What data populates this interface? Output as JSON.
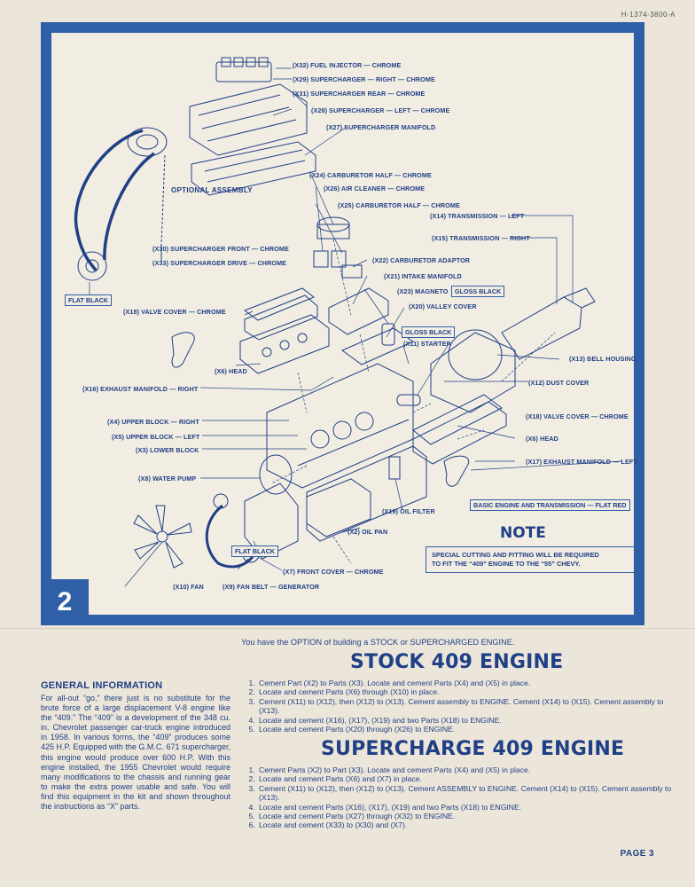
{
  "doc_code": "H-1374-3800-A",
  "step_number": "2",
  "optional_assembly": "OPTIONAL ASSEMBLY",
  "labels": {
    "x32": "(X32) FUEL INJECTOR — CHROME",
    "x29": "(X29) SUPERCHARGER — RIGHT — CHROME",
    "x31": "(X31) SUPERCHARGER REAR — CHROME",
    "x28": "(X28) SUPERCHARGER — LEFT — CHROME",
    "x27": "(X27) SUPERCHARGER MANIFOLD",
    "x24": "(X24) CARBURETOR HALF — CHROME",
    "x26": "(X26) AIR CLEANER — CHROME",
    "x25": "(X25) CARBURETOR HALF — CHROME",
    "x14": "(X14) TRANSMISSION — LEFT",
    "x15": "(X15) TRANSMISSION — RIGHT",
    "x30": "(X30) SUPERCHARGER FRONT — CHROME",
    "x33": "(X33) SUPERCHARGER DRIVE — CHROME",
    "x22": "(X22) CARBURETOR ADAPTOR",
    "x21": "(X21) INTAKE MANIFOLD",
    "x23": "(X23) MAGNETO",
    "x20": "(X20) VALLEY COVER",
    "x18_top": "(X18) VALVE COVER — CHROME",
    "x11": "(X11) STARTER",
    "x13": "(X13) BELL HOUSING",
    "x6_left": "(X6) HEAD",
    "x16": "(X16) EXHAUST MANIFOLD — RIGHT",
    "x12": "(X12) DUST COVER",
    "x4": "(X4) UPPER BLOCK — RIGHT",
    "x18_right": "(X18) VALVE COVER — CHROME",
    "x5": "(X5) UPPER BLOCK — LEFT",
    "x6_right": "(X6) HEAD",
    "x3": "(X3) LOWER BLOCK",
    "x17": "(X17) EXHAUST MANIFOLD — LEFT",
    "x8": "(X8) WATER PUMP",
    "x19": "(X19) OIL FILTER",
    "x2": "(X2) OIL PAN",
    "x7": "(X7) FRONT COVER — CHROME",
    "x10": "(X10) FAN",
    "x9": "(X9) FAN BELT — GENERATOR"
  },
  "boxed_labels": {
    "flat_black_1": "FLAT BLACK",
    "flat_black_2": "FLAT BLACK",
    "gloss_black_1": "GLOSS BLACK",
    "gloss_black_2": "GLOSS BLACK",
    "basic_engine": "BASIC ENGINE AND TRANSMISSION — FLAT RED"
  },
  "note": {
    "title": "NOTE",
    "line1": "SPECIAL CUTTING AND FITTING WILL BE REQUIRED",
    "line2": "TO FIT THE “409” ENGINE TO THE “55” CHEVY."
  },
  "option_text": "You have the OPTION of building a STOCK or SUPERCHARGED ENGINE.",
  "stock": {
    "title": "STOCK 409 ENGINE",
    "steps": [
      "Cement Part (X2) to Parts (X3). Locate and cement Parts (X4) and (X5) in place.",
      "Locate and cement Parts (X6) through (X10) in place.",
      "Cement (X11) to (X12), then (X12) to (X13). Cement assembly to ENGINE. Cement (X14) to (X15). Cement assembly to (X13).",
      "Locate and cement (X16), (X17), (X19) and two Parts (X18) to ENGINE.",
      "Locate and cement Parts (X20) through (X26) to ENGINE."
    ]
  },
  "super": {
    "title": "SUPERCHARGE 409 ENGINE",
    "steps": [
      "Cement Parts (X2) to Part (X3). Locate and cement Parts (X4) and (X5) in place.",
      "Locate and cement Parts (X6) and (X7) in place.",
      "Cement (X11) to (X12), then (X12) to (X13). Cement ASSEMBLY to ENGINE. Cement (X14) to (X15). Cement assembly to (X13).",
      "Locate and cement Parts (X16), (X17), (X19) and two Parts (X18) to ENGINE.",
      "Locate and cement Parts (X27) through (X32) to ENGINE.",
      "Locate and cement (X33) to (X30) and (X7)."
    ]
  },
  "general": {
    "title": "GENERAL INFORMATION",
    "body": "For all-out “go,” there just is no substitute for the brute force of a large displacement V-8 engine like the “409.” The “409” is a development of the 348 cu. in. Chevrolet passenger car-truck engine introduced in 1958. In various forms, the “409” produces some 425 H.P. Equipped with the G.M.C. 671 supercharger, this engine would produce over 600 H.P. With this engine installed, the 1955 Chevrolet would require many modifications to the chassis and running gear to make the extra power usable and safe. You will find this equipment in the kit and shown throughout the instructions as “X” parts."
  },
  "page": "PAGE 3",
  "colors": {
    "ink": "#1f3f86",
    "panel_blue": "#2f5fa6",
    "paper": "#ece6da"
  }
}
